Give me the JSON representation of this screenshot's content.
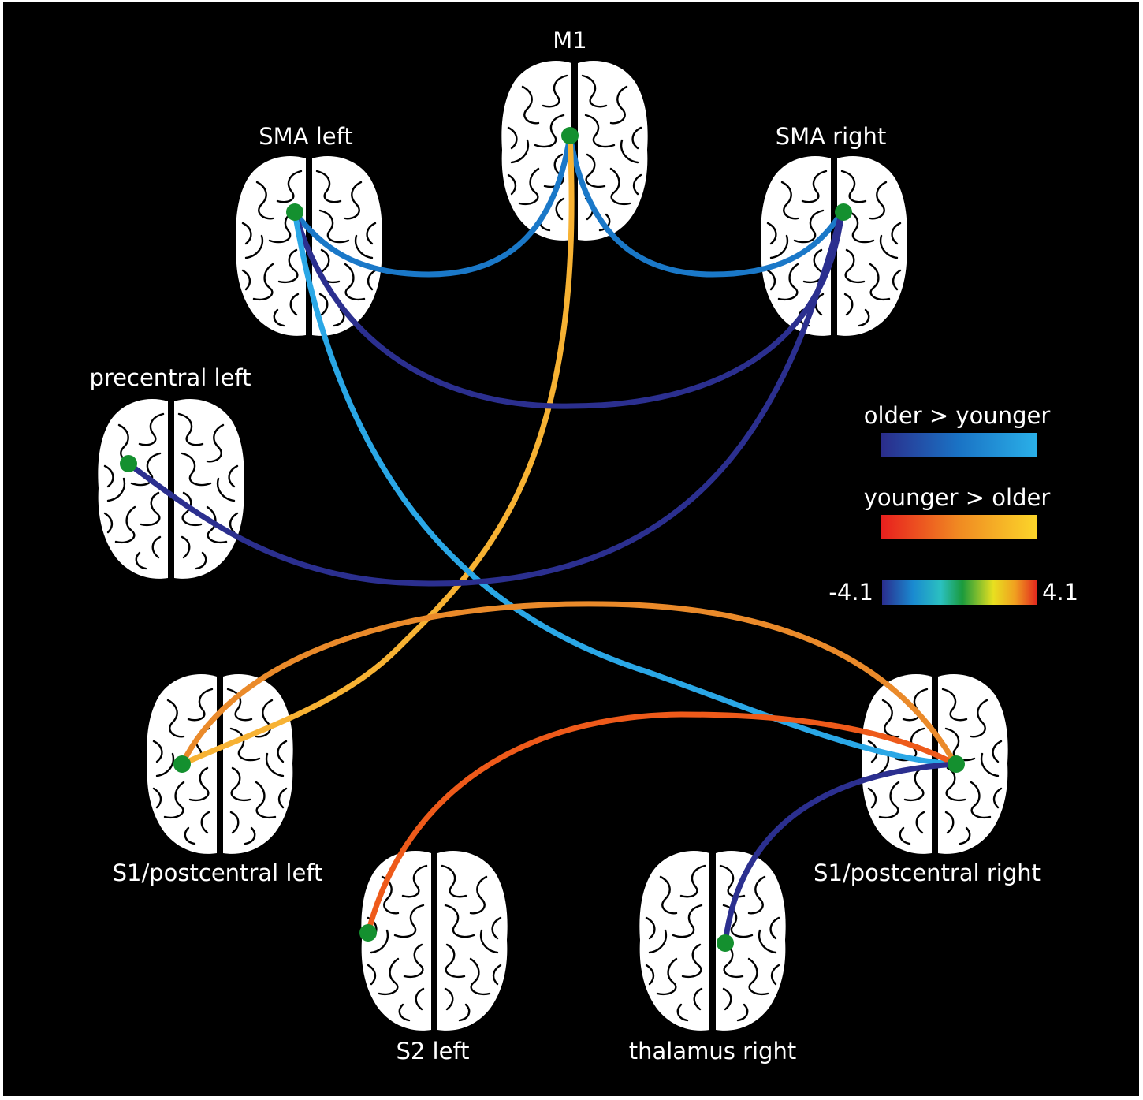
{
  "nodes": [
    {
      "id": "m1",
      "label": "M1"
    },
    {
      "id": "sma_left",
      "label": "SMA left"
    },
    {
      "id": "sma_right",
      "label": "SMA right"
    },
    {
      "id": "precentral_left",
      "label": "precentral left"
    },
    {
      "id": "s1_left",
      "label": "S1/postcentral left"
    },
    {
      "id": "s1_right",
      "label": "S1/postcentral right"
    },
    {
      "id": "s2_left",
      "label": "S2 left"
    },
    {
      "id": "thalamus_right",
      "label": "thalamus right"
    }
  ],
  "edges": [
    {
      "from": "m1",
      "to": "sma_left",
      "group": "older > younger",
      "color": "#1a78c8"
    },
    {
      "from": "m1",
      "to": "sma_right",
      "group": "older > younger",
      "color": "#1a78c8"
    },
    {
      "from": "m1",
      "to": "s1_left",
      "group": "younger > older",
      "color": "#f7b233"
    },
    {
      "from": "sma_left",
      "to": "sma_right",
      "group": "older > younger",
      "color": "#2b2f8f"
    },
    {
      "from": "sma_left",
      "to": "s1_right",
      "group": "older > younger",
      "color": "#2aa7e6"
    },
    {
      "from": "sma_right",
      "to": "precentral_left",
      "group": "older > younger",
      "color": "#2b2f8f"
    },
    {
      "from": "s1_left",
      "to": "s1_right",
      "group": "younger > older",
      "color": "#ea8a2a"
    },
    {
      "from": "s2_left",
      "to": "s1_right",
      "group": "younger > older",
      "color": "#ee5a1a"
    },
    {
      "from": "thalamus_right",
      "to": "s1_right",
      "group": "older > younger",
      "color": "#2b2f8f"
    }
  ],
  "legend": {
    "older_younger": "older > younger",
    "younger_older": "younger > older",
    "scale_min": "-4.1",
    "scale_max": "4.1",
    "older_younger_colors": [
      "#2b2c8a",
      "#1a73c5",
      "#2ab0e8"
    ],
    "younger_older_colors": [
      "#e81e1e",
      "#f08a22",
      "#fbd62a"
    ],
    "scale_colors": [
      "#2a2d8e",
      "#1a8ad0",
      "#2bc0c0",
      "#1a9a3c",
      "#e8e020",
      "#f0a020",
      "#e22a1e"
    ]
  },
  "node_color": "#14902f",
  "background_color": "#000000"
}
